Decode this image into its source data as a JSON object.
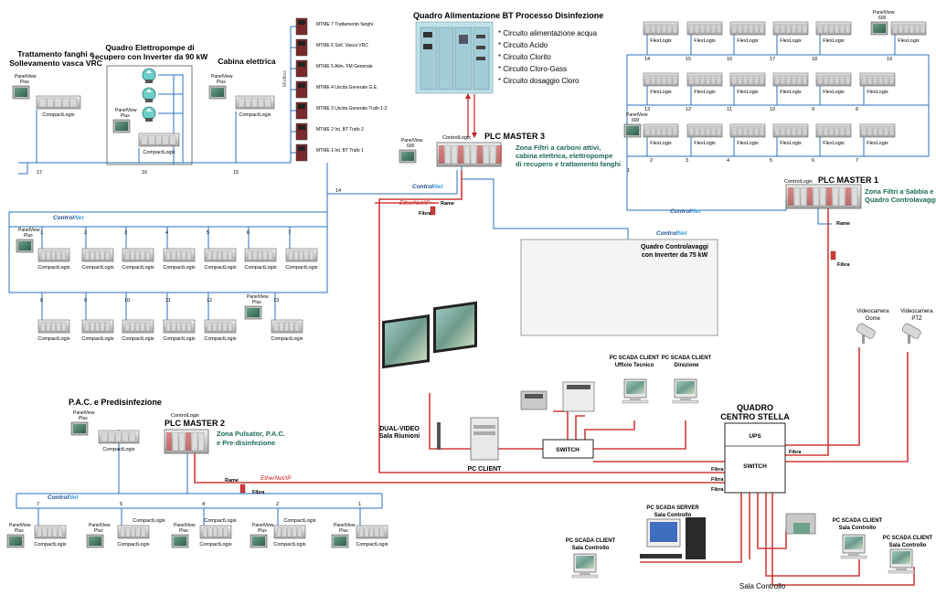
{
  "header": {
    "left1": "Trattamento fanghi e",
    "left2": "Sollevamento vasca VRC",
    "quadro1": "Quadro Elettropompe di",
    "quadro2": "recupero con Inverter da 90 kW",
    "cabina": "Cabina elettrica",
    "bt_title": "Quadro Alimentazione BT  Processo Disinfezione"
  },
  "bt_circuits": [
    "* Circuito alimentazione acqua",
    "* Circuito Acido",
    "* Circuito Clorito",
    "* Circuito Cloro-Gass",
    "* Circuito dosaggio Cloro"
  ],
  "mtme": [
    "MTME 7  Trattamento fanghi",
    "MTME 6  Soll. Vasca VRC",
    "MTME 5  Alim. FM Generale",
    "MTME 4  Uscita Generale G.E.",
    "MTME 3  Uscita Generale Trafo 1-2",
    "MTME 2  Int. BT Trafo 2",
    "MTME 1  Int. BT Trafo 1"
  ],
  "labels": {
    "panelview": "PanelView",
    "plus": "Plus",
    "p600": "600",
    "compactlogix": "CompactLogix",
    "controllogix": "ControlLogix",
    "flexlogix": "FlexLogix",
    "control": "Control",
    "net": "Net",
    "ethernet": "EtherNet/IP",
    "rame": "Rame",
    "fibra": "Fibra",
    "modbus": "Modbus"
  },
  "plc3": {
    "title": "PLC MASTER 3",
    "zone1": "Zona Filtri a carboni attivi,",
    "zone2": "cabina elettrica, elettropompe",
    "zone3": "di recupero e trattamento fanghi"
  },
  "plc1": {
    "title": "PLC MASTER 1",
    "zone1": "Zona Filtri a Sabbia e",
    "zone2": "Quadro Controlavaggi"
  },
  "plc2": {
    "title": "PLC MASTER 2",
    "zone1": "Zona Pulsator, P.A.C.",
    "zone2": "e Pre-disinfezione"
  },
  "pac_title": "P.A.C. e Predisinfezione",
  "controlavaggi1": "Quadro Controlavaggi",
  "controlavaggi2": "con Inverter da 75 kW",
  "node_numbers": {
    "top_row": [
      "17",
      "16",
      "15",
      "14"
    ],
    "cnet_row1": [
      "1",
      "2",
      "3",
      "4",
      "5",
      "6",
      "7"
    ],
    "cnet_row2": [
      "8",
      "9",
      "10",
      "11",
      "12",
      "13"
    ],
    "flex_row1": [
      "14",
      "15",
      "16",
      "17",
      "18",
      "19"
    ],
    "flex_row2": [
      "13",
      "12",
      "11",
      "10",
      "9",
      "8"
    ],
    "flex_row3": [
      "2",
      "3",
      "4",
      "5",
      "6",
      "7"
    ],
    "flex_one": "1",
    "m2_row": [
      "7",
      "5",
      "4",
      "2",
      "1"
    ]
  },
  "right_side": {
    "cam1a": "Videocamera",
    "cam1b": "Dome",
    "cam2a": "Videocamera",
    "cam2b": "PTZ",
    "client_ut1": "PC SCADA CLIENT",
    "client_ut2": "Ufficio Tecnico",
    "client_dir1": "PC SCADA CLIENT",
    "client_dir2": "Direzione",
    "qcs1": "QUADRO",
    "qcs2": "CENTRO STELLA",
    "ups": "UPS",
    "switch": "SWITCH",
    "dual1": "DUAL-VIDEO",
    "dual2": "Sala Riunioni",
    "pc_client": "PC CLIENT",
    "server1": "PC SCADA SERVER",
    "server2": "Sala Controllo",
    "sc_client_a1": "PC SCADA CLIENT",
    "sc_client_a2": "Sala Controllo",
    "sc_client_b1": "PC SCADA CLIENT",
    "sc_client_b2": "Sala Controllo",
    "sc_client_c1": "PC SCADA CLIENT",
    "sc_client_c2": "Sala Controllo",
    "sala_controllo": "Sala Controllo"
  }
}
